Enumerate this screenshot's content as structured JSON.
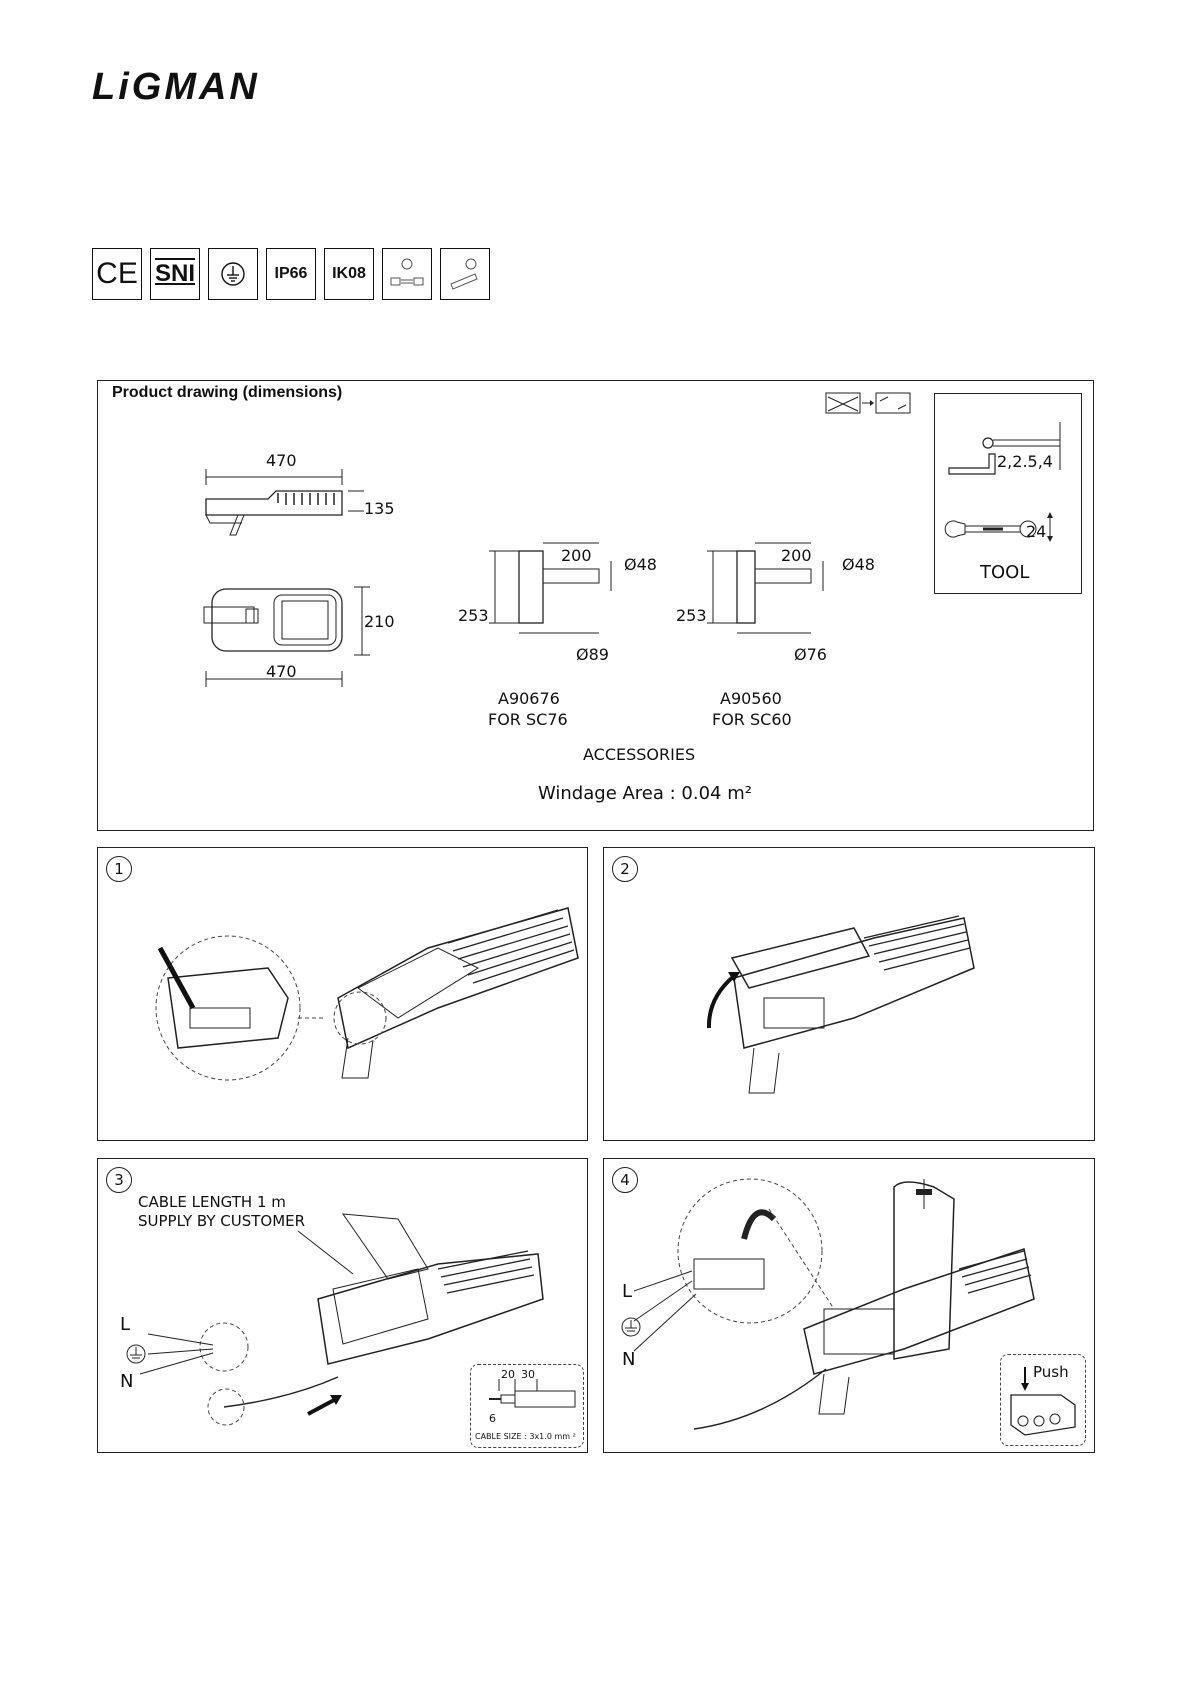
{
  "brand": "LiGMAN",
  "certifications": [
    "CE",
    "SNI",
    "earth-ground-icon",
    "IP66",
    "IK08",
    "direction-arrows-icon",
    "tilt-adjust-icon"
  ],
  "product_drawing": {
    "title": "Product drawing (dimensions)",
    "dims": {
      "side_width": "470",
      "side_height": "135",
      "top_height": "210",
      "top_width": "470"
    },
    "accessories": [
      {
        "arm": "200",
        "tube_dia": "Ø48",
        "height": "253",
        "base_dia": "Ø89",
        "code": "A90676",
        "fit": "FOR SC76"
      },
      {
        "arm": "200",
        "tube_dia": "Ø48",
        "height": "253",
        "base_dia": "Ø76",
        "code": "A90560",
        "fit": "FOR SC60"
      }
    ],
    "accessories_label": "ACCESSORIES",
    "windage": "Windage Area : 0.04 m²",
    "tool": {
      "hex_sizes": "2,2.5,4",
      "wrench_size": "24",
      "label": "TOOL"
    }
  },
  "steps": [
    {
      "num": "1"
    },
    {
      "num": "2"
    },
    {
      "num": "3",
      "cable_note_1": "CABLE LENGTH 1 m",
      "cable_note_2": "SUPPLY  BY CUSTOMER",
      "L": "L",
      "N": "N",
      "strip_a": "20",
      "strip_b": "30",
      "strip_c": "6",
      "cable_size": "CABLE SIZE : 3x1.0 mm ²"
    },
    {
      "num": "4",
      "L": "L",
      "N": "N",
      "push": "Push"
    }
  ]
}
